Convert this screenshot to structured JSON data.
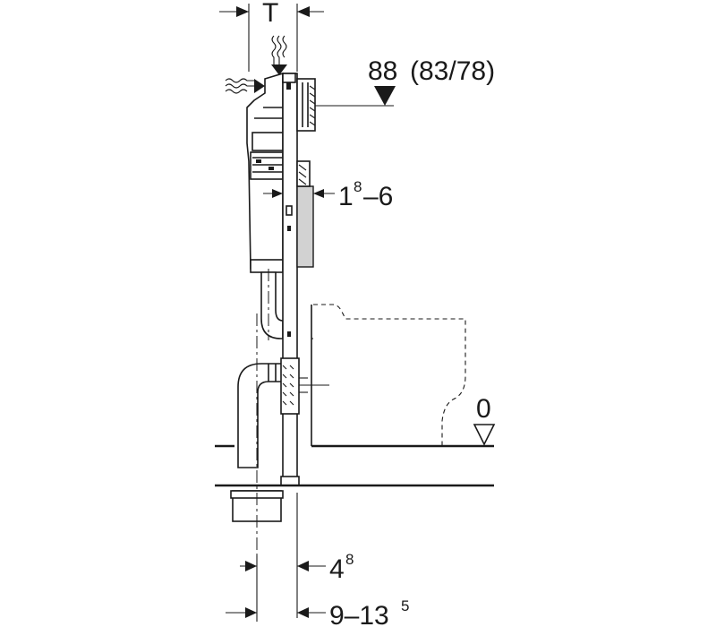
{
  "dimensions": {
    "top_width": "T",
    "top_height_main": "88",
    "top_height_alt": "(83/78)",
    "wall_thickness_prefix": "1",
    "wall_thickness_sup": "8",
    "wall_thickness_suffix": "–6",
    "pipe_offset_main": "4",
    "pipe_offset_sup": "8",
    "floor_offset_main": "9–13",
    "floor_offset_sup": "5",
    "floor_level": "0"
  }
}
